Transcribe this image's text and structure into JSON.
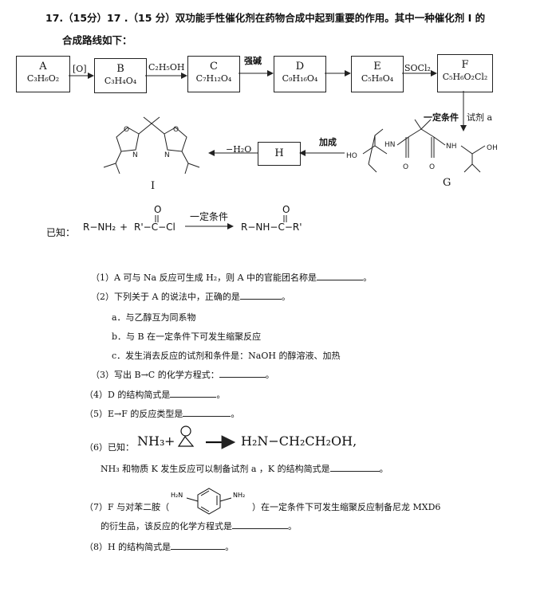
{
  "question": {
    "line1": "17.（15分）17 .（15 分）双功能手性催化剂在药物合成中起到重要的作用。其中一种催化剂 I 的",
    "line2": "合成路线如下："
  },
  "route": {
    "boxes": [
      {
        "label": "A",
        "formula": "C₃H₆O₂"
      },
      {
        "label": "B",
        "formula": "C₃H₄O₄"
      },
      {
        "label": "C",
        "formula": "C₇H₁₂O₄"
      },
      {
        "label": "D",
        "formula": "C₉H₁₆O₄"
      },
      {
        "label": "E",
        "formula": "C₅H₈O₄"
      },
      {
        "label": "F",
        "formula": "C₅H₆O₂Cl₂"
      },
      {
        "label": "H"
      }
    ],
    "arrows": [
      "[O]",
      "C₂H₅OH",
      "强碱",
      "SOCl₂",
      "一定条件",
      "试剂 a",
      "加成",
      "−H₂O"
    ],
    "compound_labels": {
      "G": "G",
      "I": "I"
    },
    "atoms": {
      "N": "N",
      "O": "O",
      "HN": "HN",
      "NH": "NH",
      "HO": "HO",
      "OH": "OH"
    }
  },
  "known": {
    "prefix": "已知：",
    "r_nh2": "R−NH₂",
    "plus": "+",
    "r_prime": "R'−C−Cl",
    "o_atom": "O",
    "condition": "一定条件",
    "product": "R−NH−C−R'"
  },
  "questions": [
    {
      "text": "（1）A 可与 Na 反应可生成 H₂，则 A 中的官能团名称是",
      "end": "。"
    },
    {
      "text": "（2）下列关于 A 的说法中，正确的是",
      "end": "。"
    },
    {
      "text": "a．与乙醇互为同系物"
    },
    {
      "text": "b．与 B 在一定条件下可发生缩聚反应"
    },
    {
      "text": "c．发生消去反应的试剂和条件是：NaOH 的醇溶液、加热"
    },
    {
      "text": "（3）写出 B→C 的化学方程式：",
      "end": "。"
    },
    {
      "text": "（4）D 的结构简式是",
      "end": "。"
    },
    {
      "text": "（5）E→F 的反应类型是",
      "end": "。"
    },
    {
      "text": "（6）已知：",
      "nh3": "NH₃",
      "plus": "+",
      "product": "H₂N−CH₂CH₂OH",
      "end": ","
    },
    {
      "text": "NH₃ 和物质 K 发生反应可以制备试剂 a ，K 的结构简式是",
      "end": "。"
    },
    {
      "text": "（7）F 与对苯二胺（",
      "nh2": "H₂N",
      "nh2b": "NH₂",
      "mid": "）在一定条件下可发生缩聚反应制备尼龙 MXD6"
    },
    {
      "text": "的衍生品，该反应的化学方程式是",
      "end": "。"
    },
    {
      "text": "（8）H 的结构简式是",
      "end": "。"
    }
  ]
}
